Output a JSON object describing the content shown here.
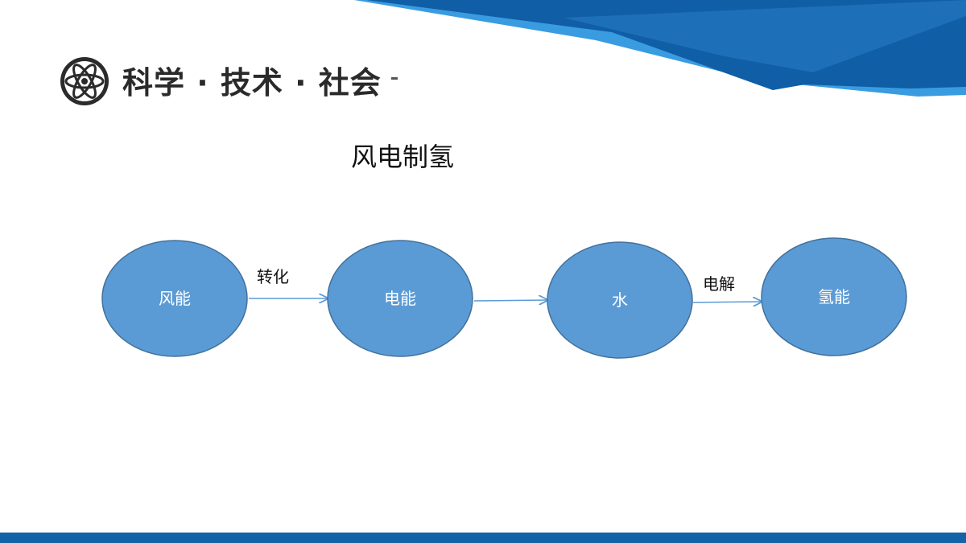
{
  "brand": {
    "text": "科学 · 技术 · 社会"
  },
  "title": "风电制氢",
  "nodes": [
    {
      "id": "wind",
      "label": "风能"
    },
    {
      "id": "electric",
      "label": "电能"
    },
    {
      "id": "water",
      "label": "水"
    },
    {
      "id": "hydrogen",
      "label": "氢能"
    }
  ],
  "edges": [
    {
      "from": "wind",
      "to": "electric",
      "label": "转化"
    },
    {
      "from": "electric",
      "to": "water",
      "label": ""
    },
    {
      "from": "water",
      "to": "hydrogen",
      "label": "电解"
    }
  ],
  "colors": {
    "node_fill": "#5b9bd5",
    "node_stroke": "#41719c",
    "arrow": "#5b9bd5",
    "banner_dark": "#0f5ea6",
    "banner_light": "#3a9ce0",
    "bottom_bar": "#1463a6"
  },
  "icons": {
    "logo": "atom-logo-icon"
  }
}
